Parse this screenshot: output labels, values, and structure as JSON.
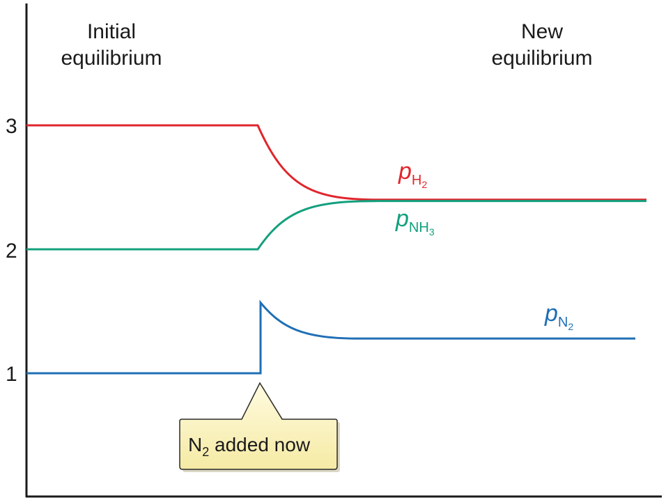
{
  "chart_data": {
    "type": "line",
    "ylim": [
      0,
      3.95
    ],
    "yticks": [
      1,
      2,
      3
    ],
    "grid": false,
    "annotations": {
      "left_region": [
        "Initial",
        "equilibrium"
      ],
      "right_region": [
        "New",
        "equilibrium"
      ],
      "callout": {
        "main": "N",
        "sub": "2",
        "rest": " added now"
      }
    },
    "series": [
      {
        "key": "h2",
        "label_main": "p",
        "label_sub": "H",
        "label_sub2": "2",
        "color": "#e0262c",
        "initial": 3.0,
        "final": 2.4,
        "peak": null
      },
      {
        "key": "nh3",
        "label_main": "p",
        "label_sub": "NH",
        "label_sub2": "3",
        "color": "#13a07e",
        "initial": 2.0,
        "final": 2.39,
        "peak": null
      },
      {
        "key": "n2",
        "label_main": "p",
        "label_sub": "N",
        "label_sub2": "2",
        "color": "#1f6fb5",
        "initial": 1.0,
        "final": 1.28,
        "peak": 1.57
      }
    ]
  }
}
